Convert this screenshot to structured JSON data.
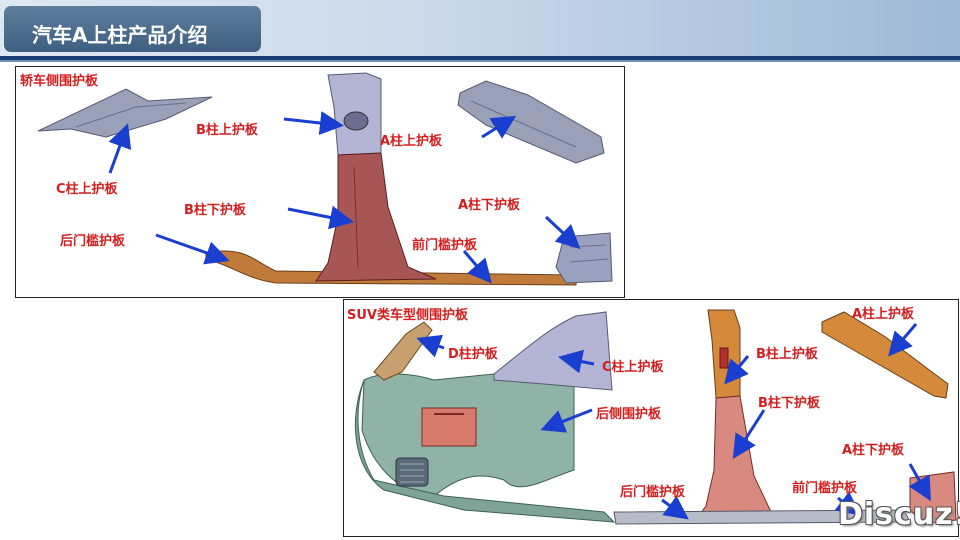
{
  "header": {
    "title": "汽车A上柱产品介绍"
  },
  "sedan_panel": {
    "title": "轿车侧围护板",
    "labels": {
      "b_pillar_upper": "B柱上护板",
      "a_pillar_upper": "A柱上护板",
      "c_pillar_upper": "C柱上护板",
      "b_pillar_lower": "B柱下护板",
      "a_pillar_lower": "A柱下护板",
      "rear_sill": "后门槛护板",
      "front_sill": "前门槛护板"
    }
  },
  "suv_panel": {
    "title": "SUV类车型侧围护板",
    "labels": {
      "a_pillar_upper": "A柱上护板",
      "d_pillar": "D柱护板",
      "b_pillar_upper": "B柱上护板",
      "c_pillar_upper": "C柱上护板",
      "rear_side": "后侧围护板",
      "b_pillar_lower": "B柱下护板",
      "a_pillar_lower": "A柱下护板",
      "rear_sill": "后门槛护板",
      "front_sill": "前门槛护板"
    }
  },
  "watermark": "Discuz!",
  "colors": {
    "label": "#d41e1e",
    "arrow": "#1a3fd0",
    "header_band": "#1b3b73",
    "title_box": "#4f6f90",
    "gray_part": "#9aa0b8",
    "maroon_part": "#a85555",
    "orange_part": "#c07a3a",
    "teal_part": "#8fb3a6",
    "lavender_part": "#b4b4d4"
  }
}
